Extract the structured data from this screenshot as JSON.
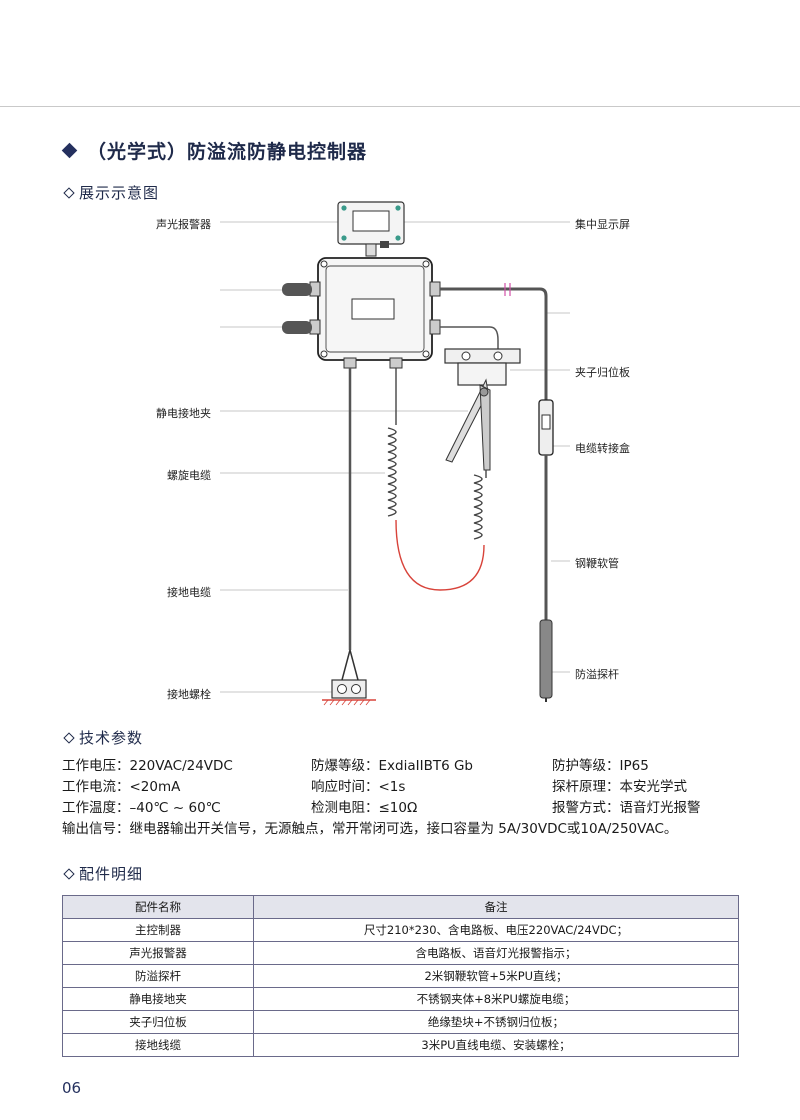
{
  "page": {
    "title": "（光学式）防溢流防静电控制器",
    "page_number": "06"
  },
  "diagram": {
    "heading": "展示示意图",
    "labels": {
      "sound_light_alarm": "声光报警器",
      "central_display": "集中显示屏",
      "clip_reset_plate": "夹子归位板",
      "static_ground_clip": "静电接地夹",
      "cable_junction_box": "电缆转接盒",
      "spiral_cable": "螺旋电缆",
      "steel_hose": "钢鞭软管",
      "ground_cable": "接地电缆",
      "overflow_probe": "防溢探杆",
      "ground_bolt": "接地螺栓"
    }
  },
  "specs": {
    "heading": "技术参数",
    "rows": [
      [
        "工作电压：220VAC/24VDC",
        "防爆等级：ExdiaIIBT6 Gb",
        "防护等级：IP65"
      ],
      [
        "工作电流：<20mA",
        "响应时间：<1s",
        "探杆原理：本安光学式"
      ],
      [
        "工作温度：–40℃ ~ 60℃",
        "检测电阻：≤10Ω",
        "报警方式：语音灯光报警"
      ]
    ],
    "output_signal": "输出信号：继电器输出开关信号，无源触点，常开常闭可选，接口容量为 5A/30VDC或10A/250VAC。"
  },
  "parts": {
    "heading": "配件明细",
    "headers": [
      "配件名称",
      "备注"
    ],
    "rows": [
      [
        "主控制器",
        "尺寸210*230、含电路板、电压220VAC/24VDC；"
      ],
      [
        "声光报警器",
        "含电路板、语音灯光报警指示；"
      ],
      [
        "防溢探杆",
        "2米钢鞭软管+5米PU直线；"
      ],
      [
        "静电接地夹",
        "不锈钢夹体+8米PU螺旋电缆；"
      ],
      [
        "夹子归位板",
        "绝缘垫块+不锈钢归位板；"
      ],
      [
        "接地线缆",
        "3米PU直线电缆、安装螺栓；"
      ]
    ]
  },
  "colors": {
    "accent": "#24305e",
    "table_header_bg": "#e3e4ec",
    "cable_red": "#d8433a",
    "hose_pink": "#d24fa8"
  }
}
